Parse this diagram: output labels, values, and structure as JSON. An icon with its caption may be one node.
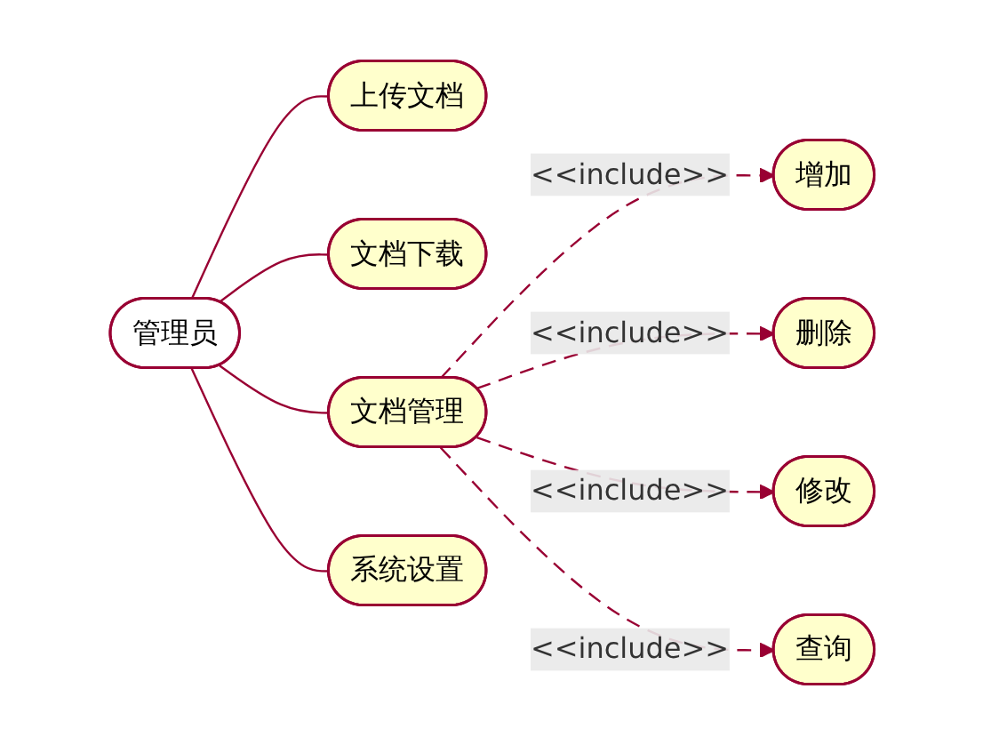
{
  "diagram": {
    "nodes": [
      {
        "text": [
          "管理员"
        ]
      },
      {
        "text": [
          "上传文档"
        ]
      },
      {
        "text": [
          "文档下载"
        ]
      },
      {
        "text": [
          "文档管理"
        ]
      },
      {
        "text": [
          "系统设置"
        ]
      },
      {
        "text": [
          "增加"
        ]
      },
      {
        "text": [
          "删除"
        ]
      },
      {
        "text": [
          "修改"
        ]
      },
      {
        "text": [
          "查询"
        ]
      }
    ],
    "edges": [
      {
        "from": 0,
        "to": 1,
        "arrow": "none"
      },
      {
        "from": 0,
        "to": 2,
        "arrow": "none"
      },
      {
        "from": 0,
        "to": 3,
        "arrow": "none"
      },
      {
        "from": 0,
        "to": 4,
        "arrow": "none"
      },
      {
        "from": 3,
        "to": 5,
        "arrow": "to",
        "style": "dashed",
        "label": "<<include>>"
      },
      {
        "from": 3,
        "to": 6,
        "arrow": "to",
        "style": "dashed",
        "label": "<<include>>"
      },
      {
        "from": 3,
        "to": 7,
        "arrow": "to",
        "style": "dashed",
        "label": "<<include>>"
      },
      {
        "from": 3,
        "to": 8,
        "arrow": "to",
        "style": "dashed",
        "label": "<<include>>"
      }
    ]
  }
}
